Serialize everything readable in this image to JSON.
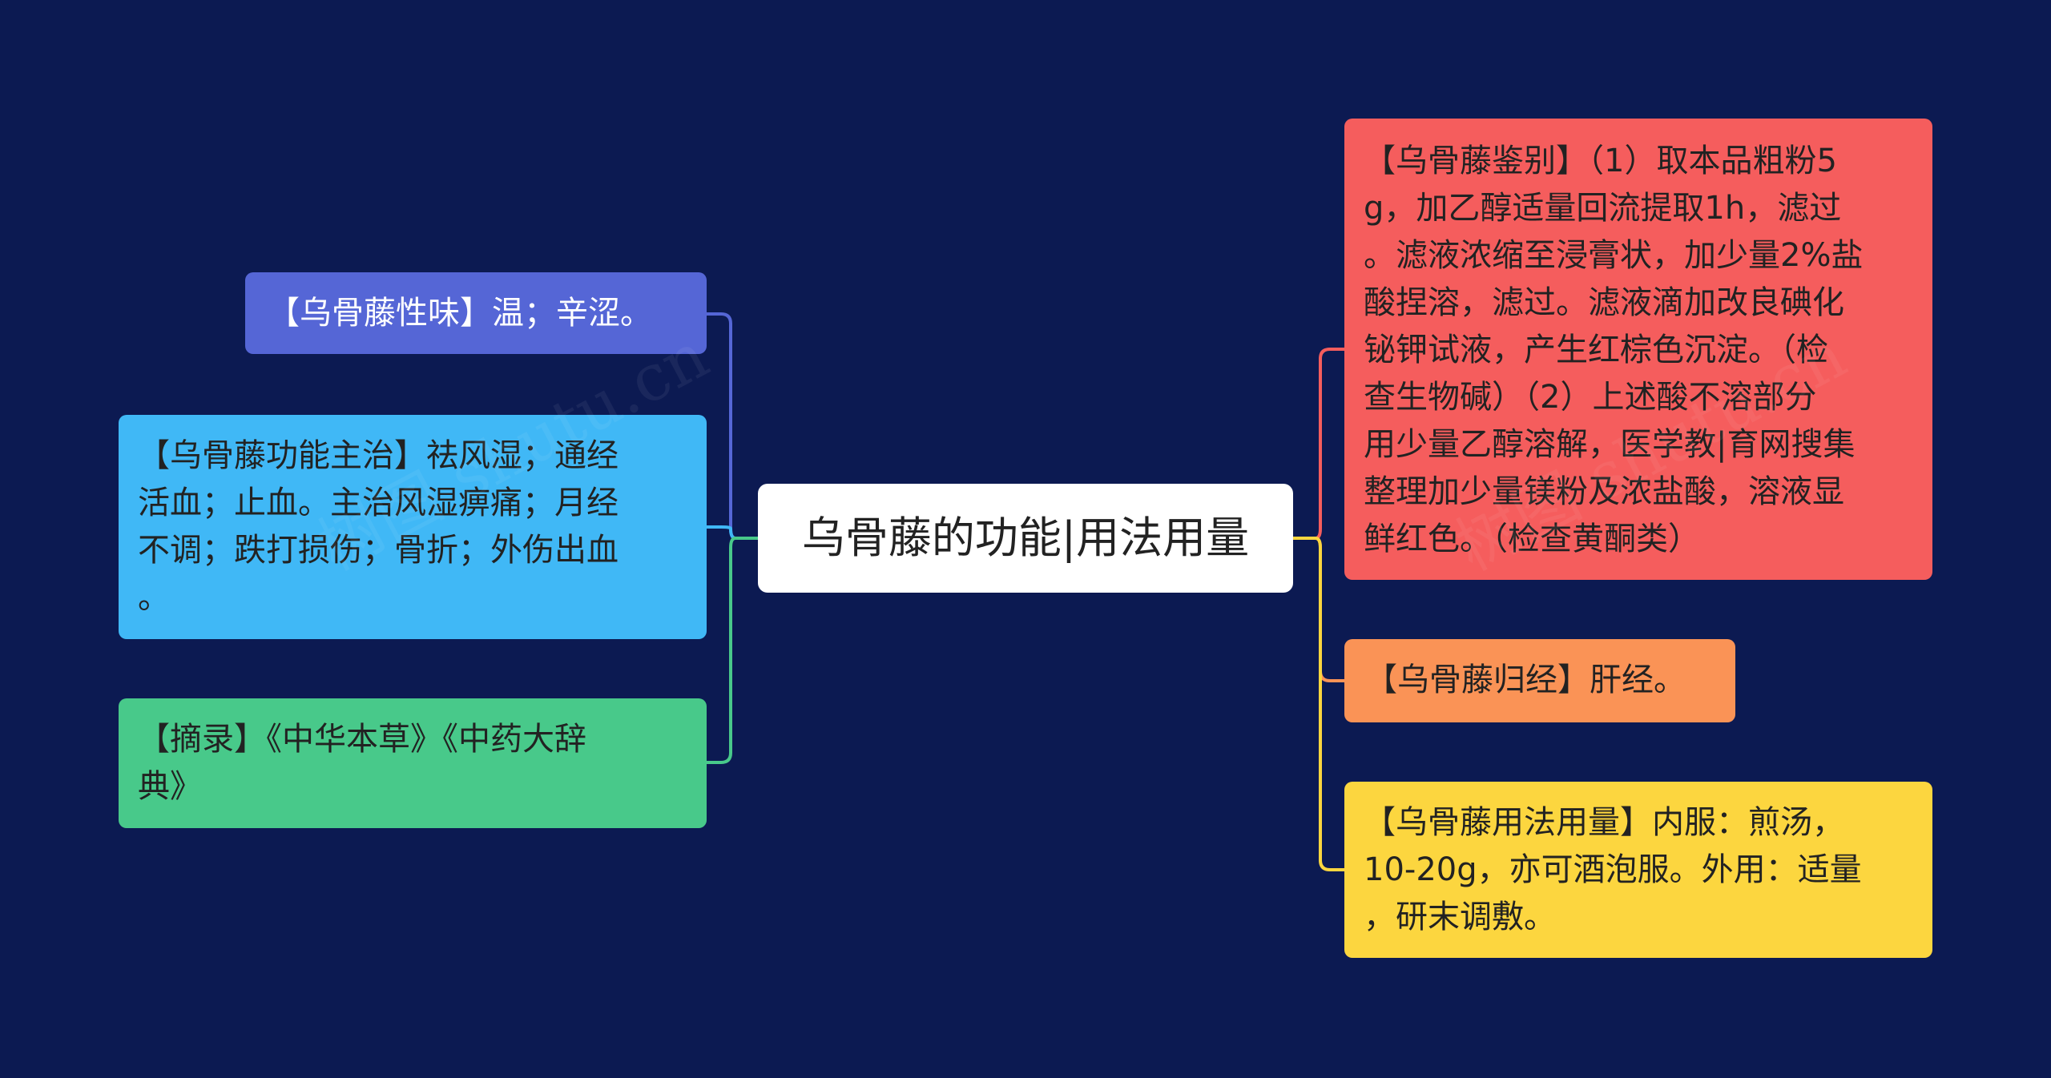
{
  "mindmap": {
    "center": "乌骨藤的功能|用法用量",
    "left": [
      {
        "text": "【乌骨藤性味】温；辛涩。",
        "color": "#5566d6"
      },
      {
        "text": "【乌骨藤功能主治】祛风湿；通经\n活血；止血。主治风湿痹痛；月经\n不调；跌打损伤；骨折；外伤出血\n。",
        "color": "#40b8f6"
      },
      {
        "text": "【摘录】《中华本草》《中药大辞\n典》",
        "color": "#48c98a"
      }
    ],
    "right": [
      {
        "text": "【乌骨藤鉴别】（1）取本品粗粉5\ng，加乙醇适量回流提取1h，滤过\n。滤液浓缩至浸膏状，加少量2%盐\n酸捏溶，滤过。滤液滴加改良碘化\n铋钾试液，产生红棕色沉淀。（检\n查生物碱）（2）上述酸不溶部分\n用少量乙醇溶解，医学教|育网搜集\n整理加少量镁粉及浓盐酸，溶液显\n鲜红色。（检查黄酮类）",
        "color": "#f55d5d"
      },
      {
        "text": "【乌骨藤归经】肝经。",
        "color": "#fa9356"
      },
      {
        "text": "【乌骨藤用法用量】内服：煎汤，\n10-20g，亦可酒泡服。外用：适量\n，研末调敷。",
        "color": "#fcd63f"
      }
    ]
  },
  "watermark": {
    "left": "树图 shutu.cn",
    "right": "树图 shutu.cn"
  }
}
